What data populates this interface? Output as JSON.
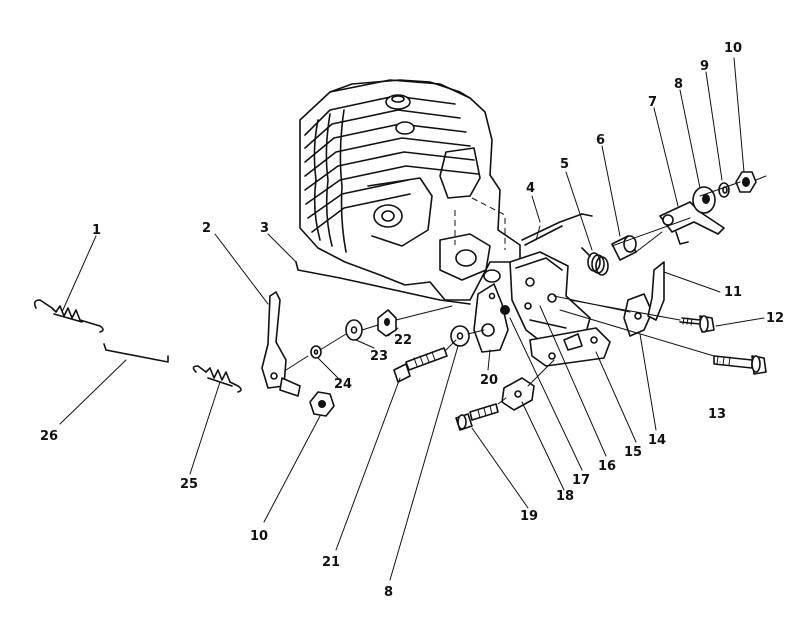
{
  "diagram": {
    "ink_color": "#111111",
    "background_color": "#ffffff",
    "callouts": [
      {
        "id": "c1",
        "label": "1"
      },
      {
        "id": "c2",
        "label": "2"
      },
      {
        "id": "c3",
        "label": "3"
      },
      {
        "id": "c4",
        "label": "4"
      },
      {
        "id": "c5",
        "label": "5"
      },
      {
        "id": "c6",
        "label": "6"
      },
      {
        "id": "c7",
        "label": "7"
      },
      {
        "id": "c8a",
        "label": "8"
      },
      {
        "id": "c9",
        "label": "9"
      },
      {
        "id": "c10a",
        "label": "10"
      },
      {
        "id": "c11",
        "label": "11"
      },
      {
        "id": "c12",
        "label": "12"
      },
      {
        "id": "c13",
        "label": "13"
      },
      {
        "id": "c14",
        "label": "14"
      },
      {
        "id": "c15",
        "label": "15"
      },
      {
        "id": "c16",
        "label": "16"
      },
      {
        "id": "c17",
        "label": "17"
      },
      {
        "id": "c18",
        "label": "18"
      },
      {
        "id": "c19",
        "label": "19"
      },
      {
        "id": "c20",
        "label": "20"
      },
      {
        "id": "c21",
        "label": "21"
      },
      {
        "id": "c22",
        "label": "22"
      },
      {
        "id": "c23",
        "label": "23"
      },
      {
        "id": "c24",
        "label": "24"
      },
      {
        "id": "c25",
        "label": "25"
      },
      {
        "id": "c26",
        "label": "26"
      },
      {
        "id": "c10b",
        "label": "10"
      },
      {
        "id": "c8b",
        "label": "8"
      }
    ]
  }
}
